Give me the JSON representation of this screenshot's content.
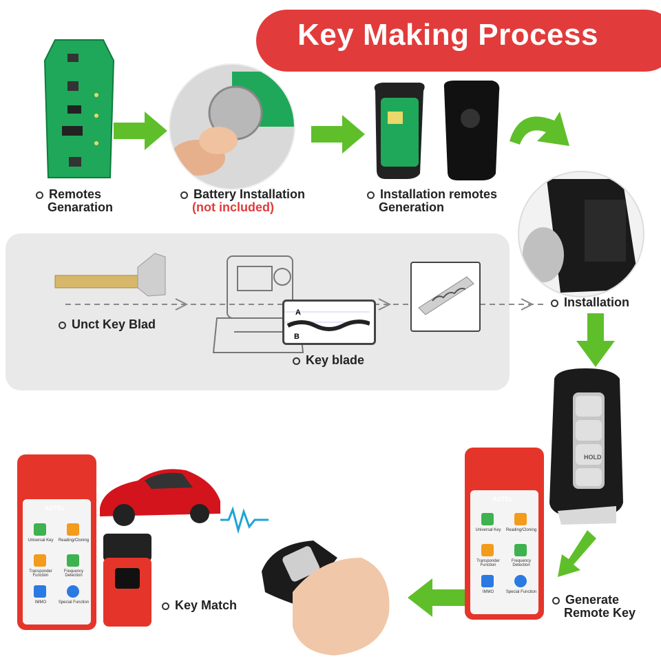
{
  "banner": {
    "title": "Key Making Process"
  },
  "steps": {
    "remotes_generation": {
      "line1": "Remotes",
      "line2": "Genaration"
    },
    "battery_installation": {
      "line1": "Battery Installation",
      "line2": "(not included)"
    },
    "installation_remotes": {
      "line1": "Installation remotes",
      "line2": "Generation"
    },
    "installation": {
      "label": "Installation"
    },
    "uncut_key_blade": {
      "label": "Unct Key Blad"
    },
    "key_blade": {
      "label": "Key blade"
    },
    "key_match": {
      "label": "Key Match"
    },
    "generate_remote_key": {
      "line1": "Generate",
      "line2": "Remote Key"
    }
  },
  "device": {
    "brand": "AUTEL",
    "tiles": [
      {
        "label": "Universal Key"
      },
      {
        "label": "Reading/Cloning"
      },
      {
        "label": "Transponder Function"
      },
      {
        "label": "Frequency Detection"
      },
      {
        "label": "IMMO"
      },
      {
        "label": "Special Function"
      }
    ]
  },
  "key_fob": {
    "hold_label": "HOLD"
  },
  "blade_chart": {
    "mark_a": "A",
    "mark_b": "B"
  },
  "colors": {
    "banner": "#e23b3b",
    "arrow": "#5fbf2a",
    "device_red": "#e5352b",
    "pcb": "#1fa85a"
  }
}
